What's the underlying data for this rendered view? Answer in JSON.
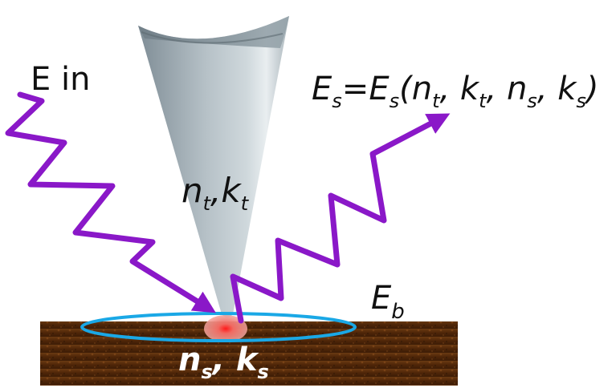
{
  "labels": {
    "incident": "E in",
    "scattered_lhs": "E",
    "scattered_lhs_sub": "s",
    "scattered_eq": "=E",
    "scattered_eq_sub": "s",
    "scattered_open": "(n",
    "sub_t1": "t",
    "sep1": ", k",
    "sub_t2": "t",
    "sep2": ", n",
    "sub_s1": "s",
    "sep3": ", k",
    "sub_s2": "s",
    "scattered_close": ")",
    "tip_n": "n",
    "tip_n_sub": "t",
    "tip_sep": ",k",
    "tip_k_sub": "t",
    "background": "E",
    "background_sub": "b",
    "sample_n": "n",
    "sample_n_sub": "s",
    "sample_sep": ", k",
    "sample_k_sub": "s"
  },
  "colors": {
    "arrow": "#8a18c8",
    "ring": "#1aa8e6",
    "substrate": "#5a2c0c",
    "tip": "#9aa7ae",
    "hotspot": "#ff2a2a",
    "text": "#111111",
    "sample_text": "#ffffff"
  }
}
